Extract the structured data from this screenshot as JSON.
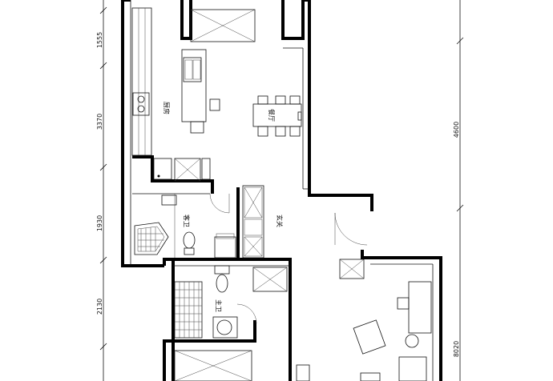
{
  "dimensions": {
    "left": [
      "1555",
      "3370",
      "1930",
      "2130"
    ],
    "right": [
      "4600",
      "8020"
    ]
  },
  "rooms": {
    "kitchen": "厨房",
    "dining": "餐厅",
    "guest_bath": "客卫",
    "foyer": "玄关",
    "master_bath": "主卫"
  }
}
